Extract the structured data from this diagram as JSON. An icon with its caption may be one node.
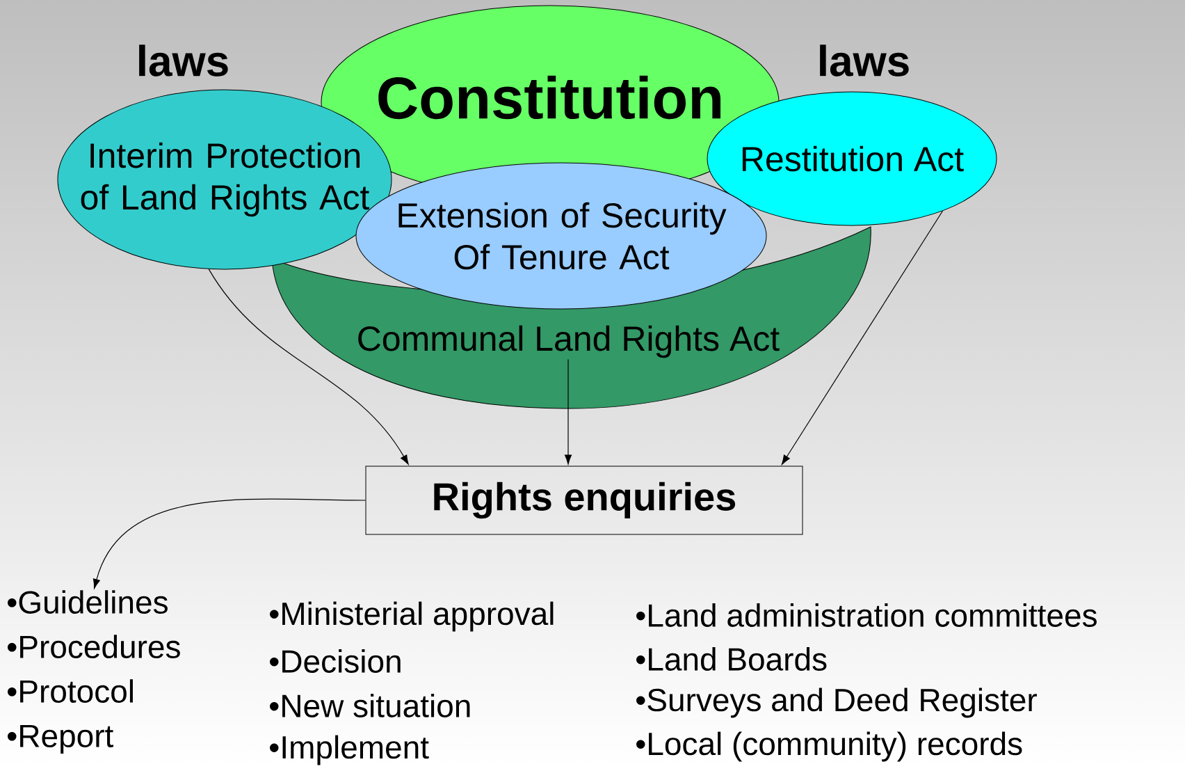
{
  "diagram": {
    "nodes": [
      {
        "text": [
          "Constitution"
        ]
      },
      {
        "text": [
          "Interim Protection of Land Rights Act"
        ]
      },
      {
        "text": [
          "Restitution Act"
        ]
      },
      {
        "text": [
          "Extension of Security Of Tenure Act"
        ]
      },
      {
        "text": [
          "Communal Land Rights Act"
        ]
      },
      {
        "text": [
          "Rights enquiries"
        ]
      },
      {
        "text": [
          "•Guidelines",
          "•Procedures",
          "•Protocol",
          "•Report"
        ]
      }
    ],
    "edges": [
      {
        "from": 1,
        "to": 5,
        "arrow": "to"
      },
      {
        "from": 4,
        "to": 5,
        "arrow": "to"
      },
      {
        "from": 2,
        "to": 5,
        "arrow": "to"
      },
      {
        "from": 5,
        "to": 6,
        "arrow": "to"
      }
    ],
    "labels": [
      "laws",
      "laws",
      "•Ministerial approval",
      "•Decision",
      "•New situation",
      "•Implement",
      "•Land administration committees",
      "•Land Boards",
      "•Surveys and Deed Register",
      "•Local (community) records"
    ]
  }
}
